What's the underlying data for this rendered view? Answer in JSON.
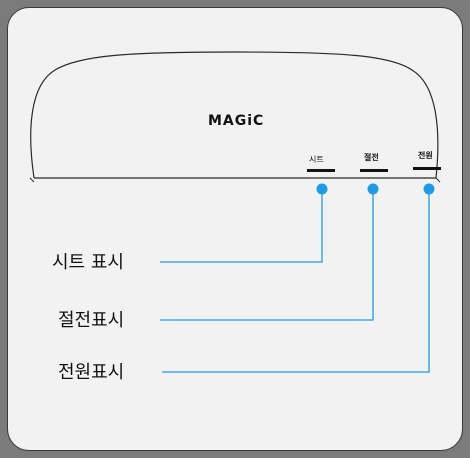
{
  "device": {
    "brand": "MAGiC",
    "indicators": [
      {
        "label": "시트",
        "led_color": "#1e9be6"
      },
      {
        "label": "절전",
        "led_color": "#1e9be6"
      },
      {
        "label": "전원",
        "led_color": "#1e9be6"
      }
    ]
  },
  "callouts": [
    {
      "text": "시트 표시"
    },
    {
      "text": "절전표시"
    },
    {
      "text": "전원표시"
    }
  ],
  "colors": {
    "background": "#7b7b7b",
    "panel": "#f2f2f2",
    "leader_line": "#1e9be6"
  }
}
